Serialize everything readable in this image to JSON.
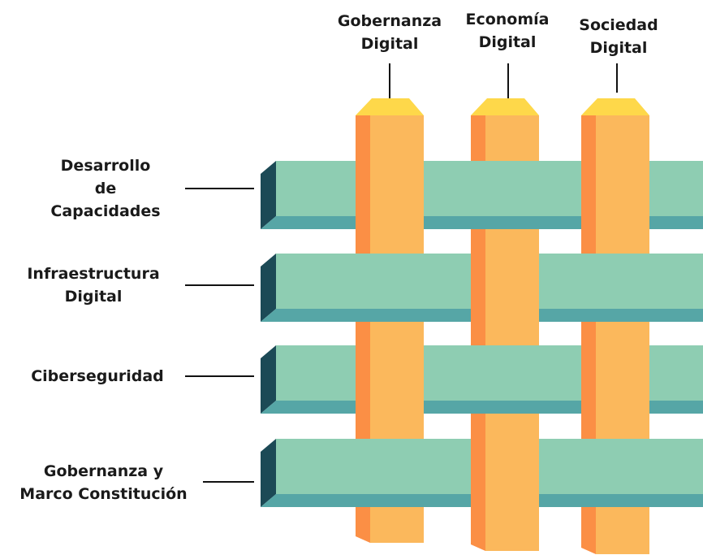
{
  "columns": [
    {
      "line1": "Gobernanza",
      "line2": "Digital"
    },
    {
      "line1": "Economía",
      "line2": "Digital"
    },
    {
      "line1": "Sociedad",
      "line2": "Digital"
    }
  ],
  "rows": [
    {
      "lines": [
        "Desarrollo",
        "de",
        "Capacidades"
      ]
    },
    {
      "lines": [
        "Infraestructura",
        "Digital"
      ]
    },
    {
      "lines": [
        "Ciberseguridad"
      ]
    },
    {
      "lines": [
        "Gobernanza y",
        "Marco Constitución"
      ]
    }
  ],
  "colors": {
    "beam_top": "#8ecdb2",
    "beam_bottom": "#56a6a6",
    "beam_end": "#1c4a56",
    "post_front": "#fbb85c",
    "post_side": "#fb8f45",
    "post_top": "#fed84a",
    "connector": "#111111"
  }
}
